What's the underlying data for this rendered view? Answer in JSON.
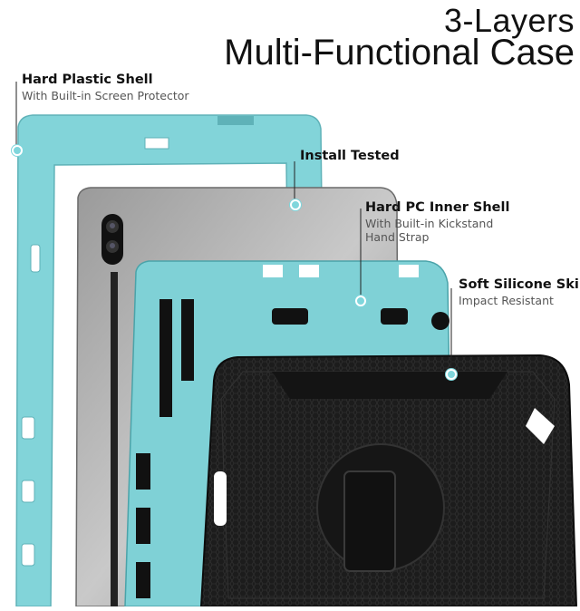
{
  "heading": {
    "line1": "3-Layers",
    "line2": "Multi-Functional Case"
  },
  "callouts": {
    "hard_plastic": {
      "title": "Hard Plastic Shell",
      "sub": "With Built-in Screen Protector"
    },
    "install": {
      "title": "Install Tested"
    },
    "pc_inner": {
      "title": "Hard PC Inner Shell",
      "sub1": "With Built-in Kickstand",
      "sub2": "Hand Strap"
    },
    "silicone": {
      "title": "Soft Silicone Skin",
      "sub": "Impact Resistant"
    }
  },
  "colors": {
    "teal": "#7fd6dc",
    "black": "#1a1a1a",
    "tablet": "#8c8c8c"
  }
}
